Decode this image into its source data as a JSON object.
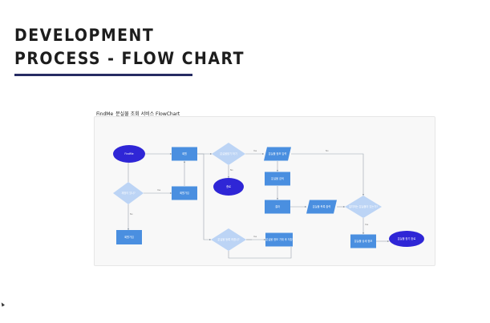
{
  "slide": {
    "title_line1": "DEVELOPMENT",
    "title_line2": "PROCESS - FLOW CHART",
    "accent_color": "#262c63"
  },
  "flowchart": {
    "title": "FindMe_분실물 조회 서비스 FlowChart",
    "colors": {
      "terminal": "#2f26d6",
      "process": "#4a8fe0",
      "decision": "#bcd4f5",
      "edge": "#9aa3ad"
    },
    "nodes": [
      {
        "id": "start",
        "kind": "terminal",
        "label": "FindMe"
      },
      {
        "id": "login",
        "kind": "process",
        "label": "회원"
      },
      {
        "id": "check_member",
        "kind": "decision",
        "label": "계정이 있나?"
      },
      {
        "id": "signup",
        "kind": "process",
        "label": "회원가입"
      },
      {
        "id": "register",
        "kind": "process",
        "label": "회원가입"
      },
      {
        "id": "q_lost",
        "kind": "decision",
        "label": "분실물찾기 하기"
      },
      {
        "id": "end",
        "kind": "terminal",
        "label": "종료"
      },
      {
        "id": "input_lost",
        "kind": "io",
        "label": "분실물 정보 입력"
      },
      {
        "id": "search_lost",
        "kind": "process",
        "label": "분실물 검색"
      },
      {
        "id": "show_result",
        "kind": "process",
        "label": "결과"
      },
      {
        "id": "show_list",
        "kind": "io",
        "label": "분실물 목록 출력"
      },
      {
        "id": "q_match",
        "kind": "decision",
        "label": "일치하는 분실물이 있는가?"
      },
      {
        "id": "q_register",
        "kind": "decision",
        "label": "분실물 등록 하겠나?"
      },
      {
        "id": "register_lost",
        "kind": "process",
        "label": "분실물 정보 기재 후 저장"
      },
      {
        "id": "detail",
        "kind": "process",
        "label": "분실물 상세 정보"
      },
      {
        "id": "retrieve",
        "kind": "terminal",
        "label": "분실물 찾기 완료"
      }
    ],
    "edge_labels": {
      "yes": "Yes",
      "no": "No"
    }
  }
}
